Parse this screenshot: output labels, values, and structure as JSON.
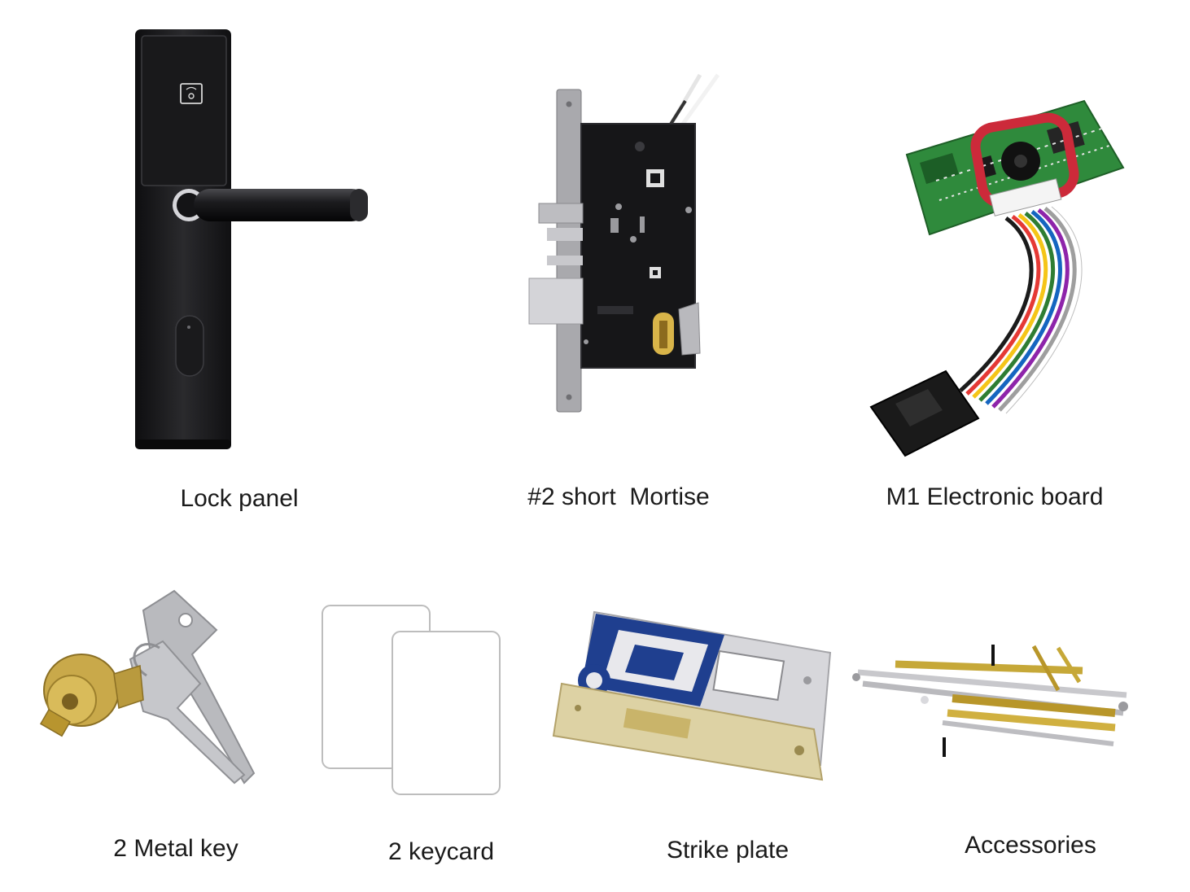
{
  "products": {
    "lock_panel": "Lock panel",
    "mortise": "#2 short  Mortise",
    "electronic_board": "M1 Electronic board",
    "metal_key": "2 Metal key",
    "keycard": "2 keycard",
    "strike_plate": "Strike plate",
    "accessories": "Accessories"
  },
  "icons": {
    "card_reader": "card-reader-icon"
  },
  "colors": {
    "panel_black": "#1c1c1e",
    "brass": "#c9a94a",
    "pcb_green": "#2f8a3c",
    "steel": "#b9b9bd",
    "strike_blue": "#1f3f8f"
  }
}
